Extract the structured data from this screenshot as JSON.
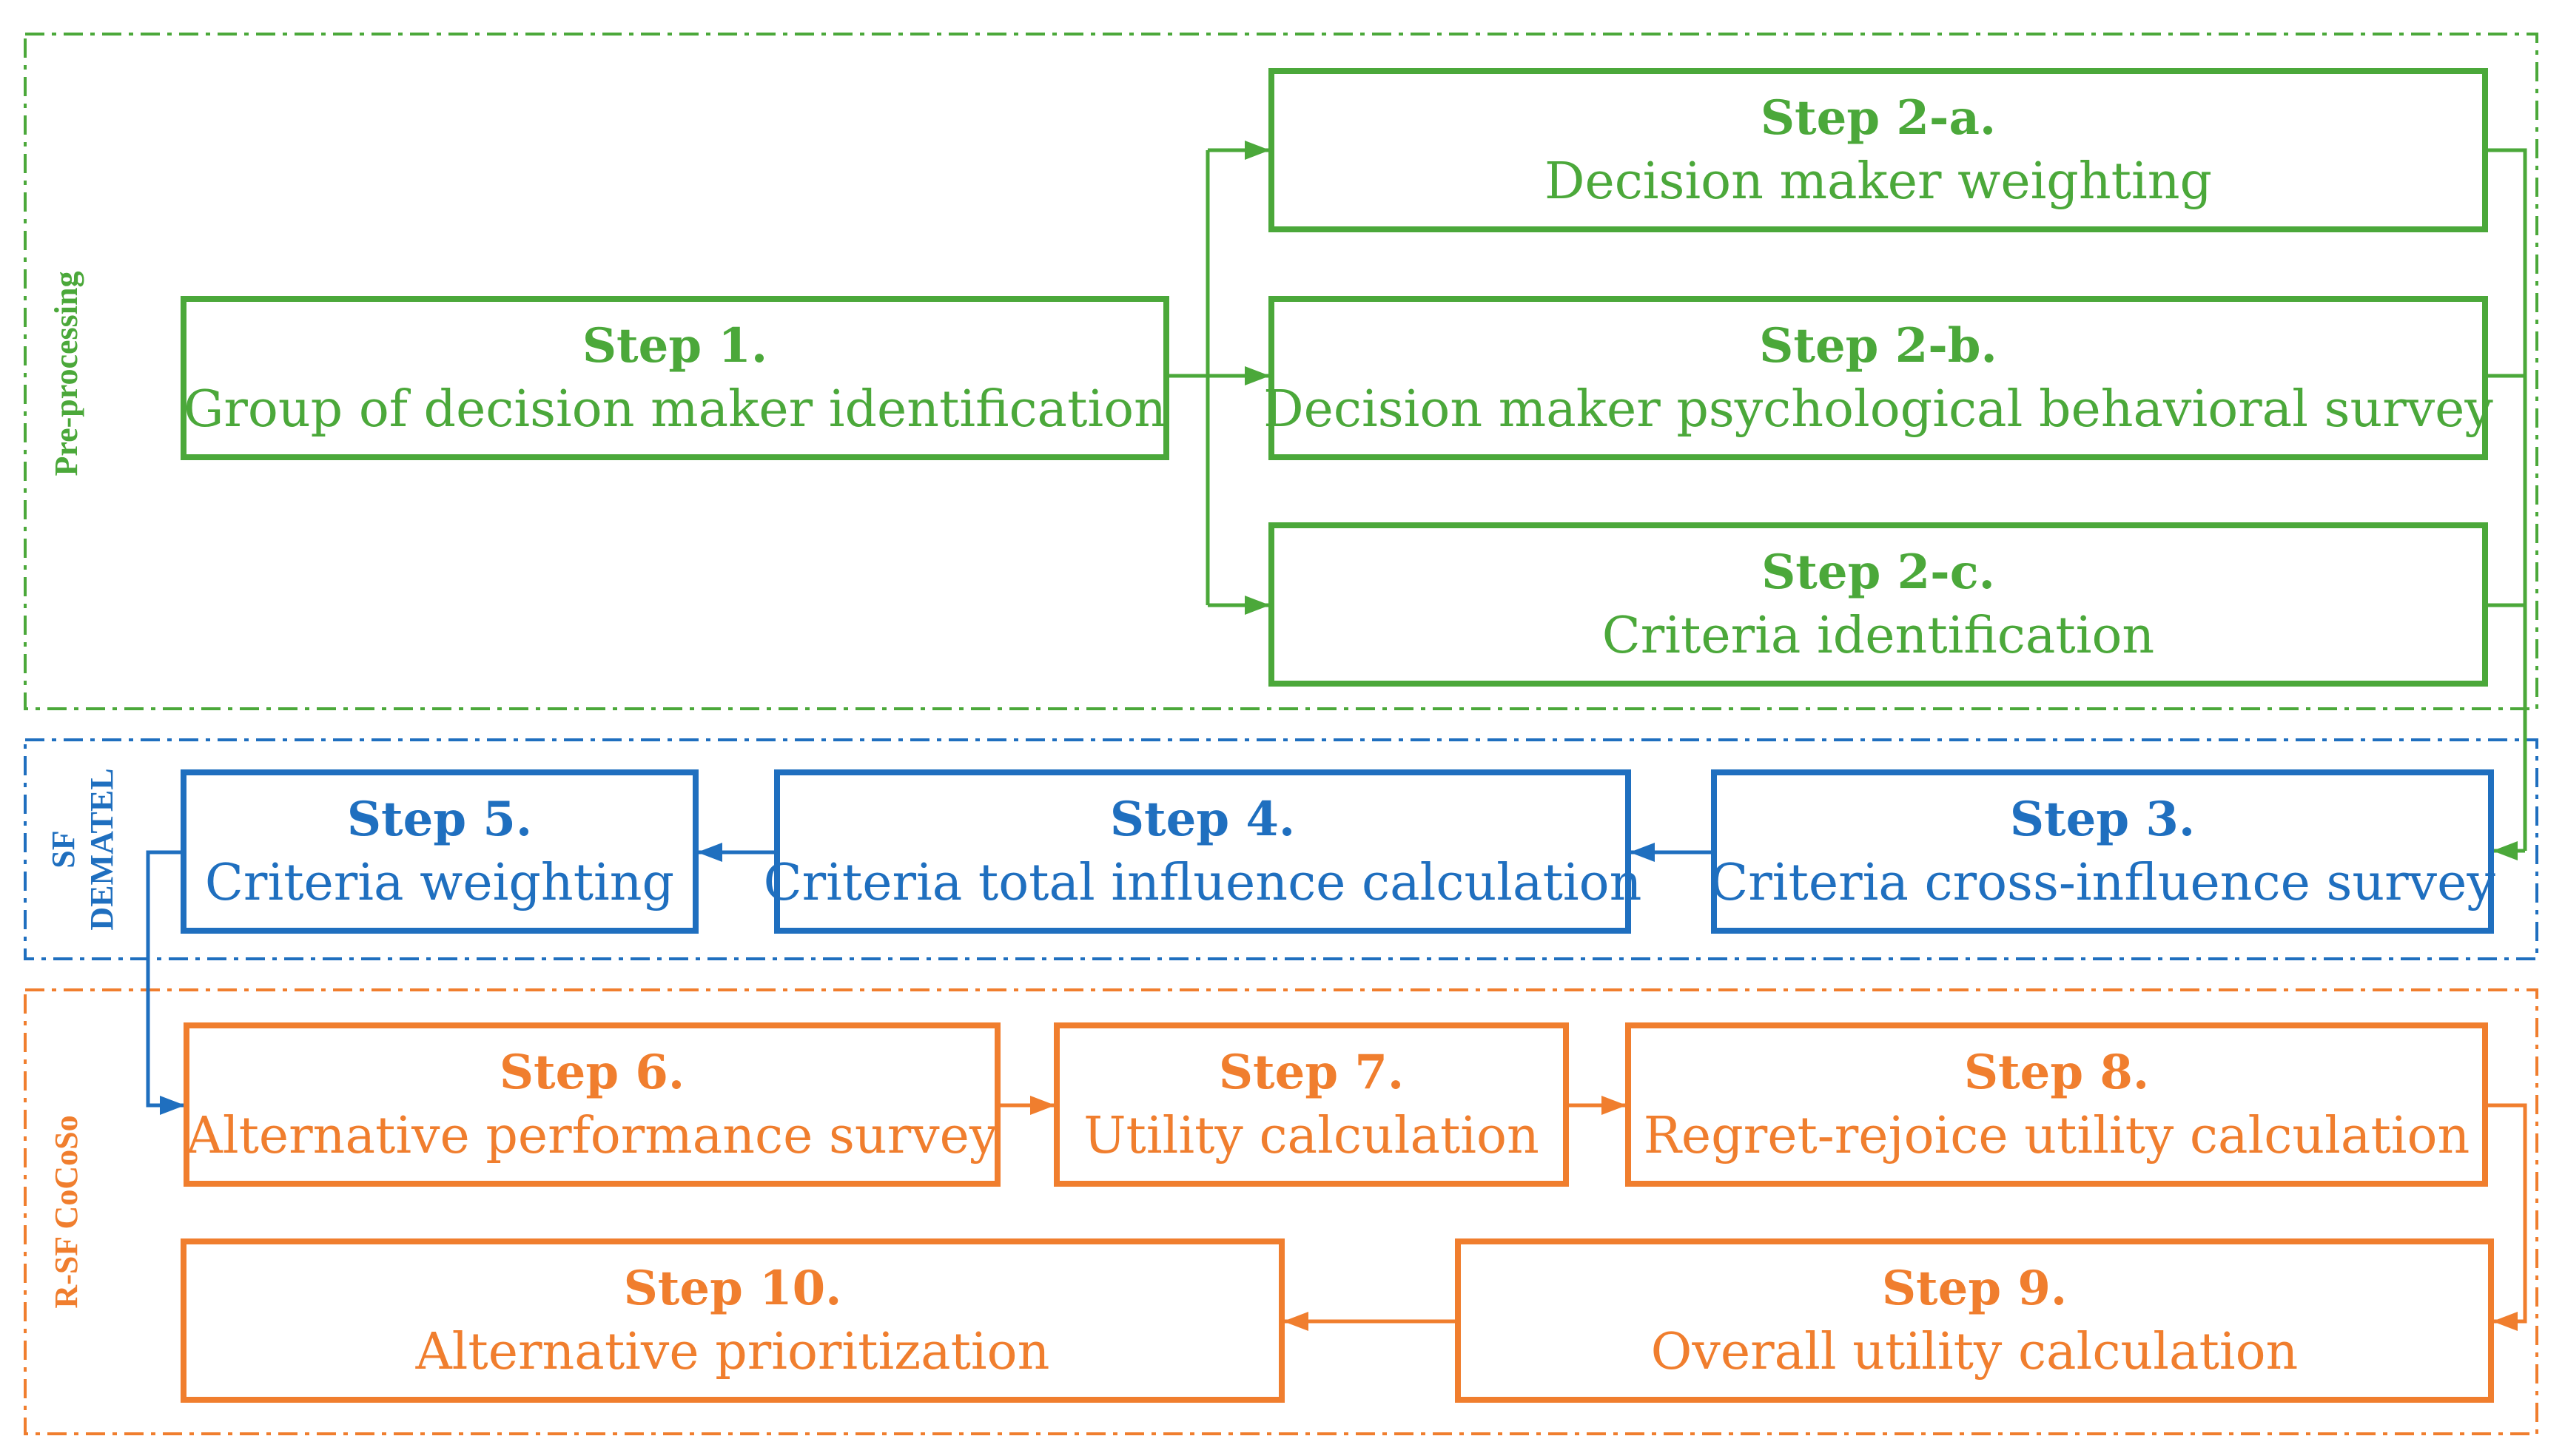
{
  "colors": {
    "pre": "#4ba83a",
    "dematel": "#1f6fbf",
    "cocoso": "#f07e2e"
  },
  "sections": {
    "pre": {
      "label": "Pre-processing"
    },
    "dematel": {
      "label_line1": "SF",
      "label_line2": "DEMATEL"
    },
    "cocoso": {
      "label": "R-SF CoCoSo"
    }
  },
  "steps": {
    "s1": {
      "title": "Step 1.",
      "desc": "Group of decision maker identification"
    },
    "s2a": {
      "title": "Step 2-a.",
      "desc": "Decision maker weighting"
    },
    "s2b": {
      "title": "Step 2-b.",
      "desc": "Decision maker psychological behavioral survey"
    },
    "s2c": {
      "title": "Step 2-c.",
      "desc": "Criteria identification"
    },
    "s3": {
      "title": "Step 3.",
      "desc": "Criteria cross-influence survey"
    },
    "s4": {
      "title": "Step 4.",
      "desc": "Criteria total influence calculation"
    },
    "s5": {
      "title": "Step 5.",
      "desc": "Criteria weighting"
    },
    "s6": {
      "title": "Step 6.",
      "desc": "Alternative performance survey"
    },
    "s7": {
      "title": "Step 7.",
      "desc": "Utility calculation"
    },
    "s8": {
      "title": "Step 8.",
      "desc": "Regret-rejoice utility calculation"
    },
    "s9": {
      "title": "Step 9.",
      "desc": "Overall utility calculation"
    },
    "s10": {
      "title": "Step 10.",
      "desc": "Alternative prioritization"
    }
  }
}
